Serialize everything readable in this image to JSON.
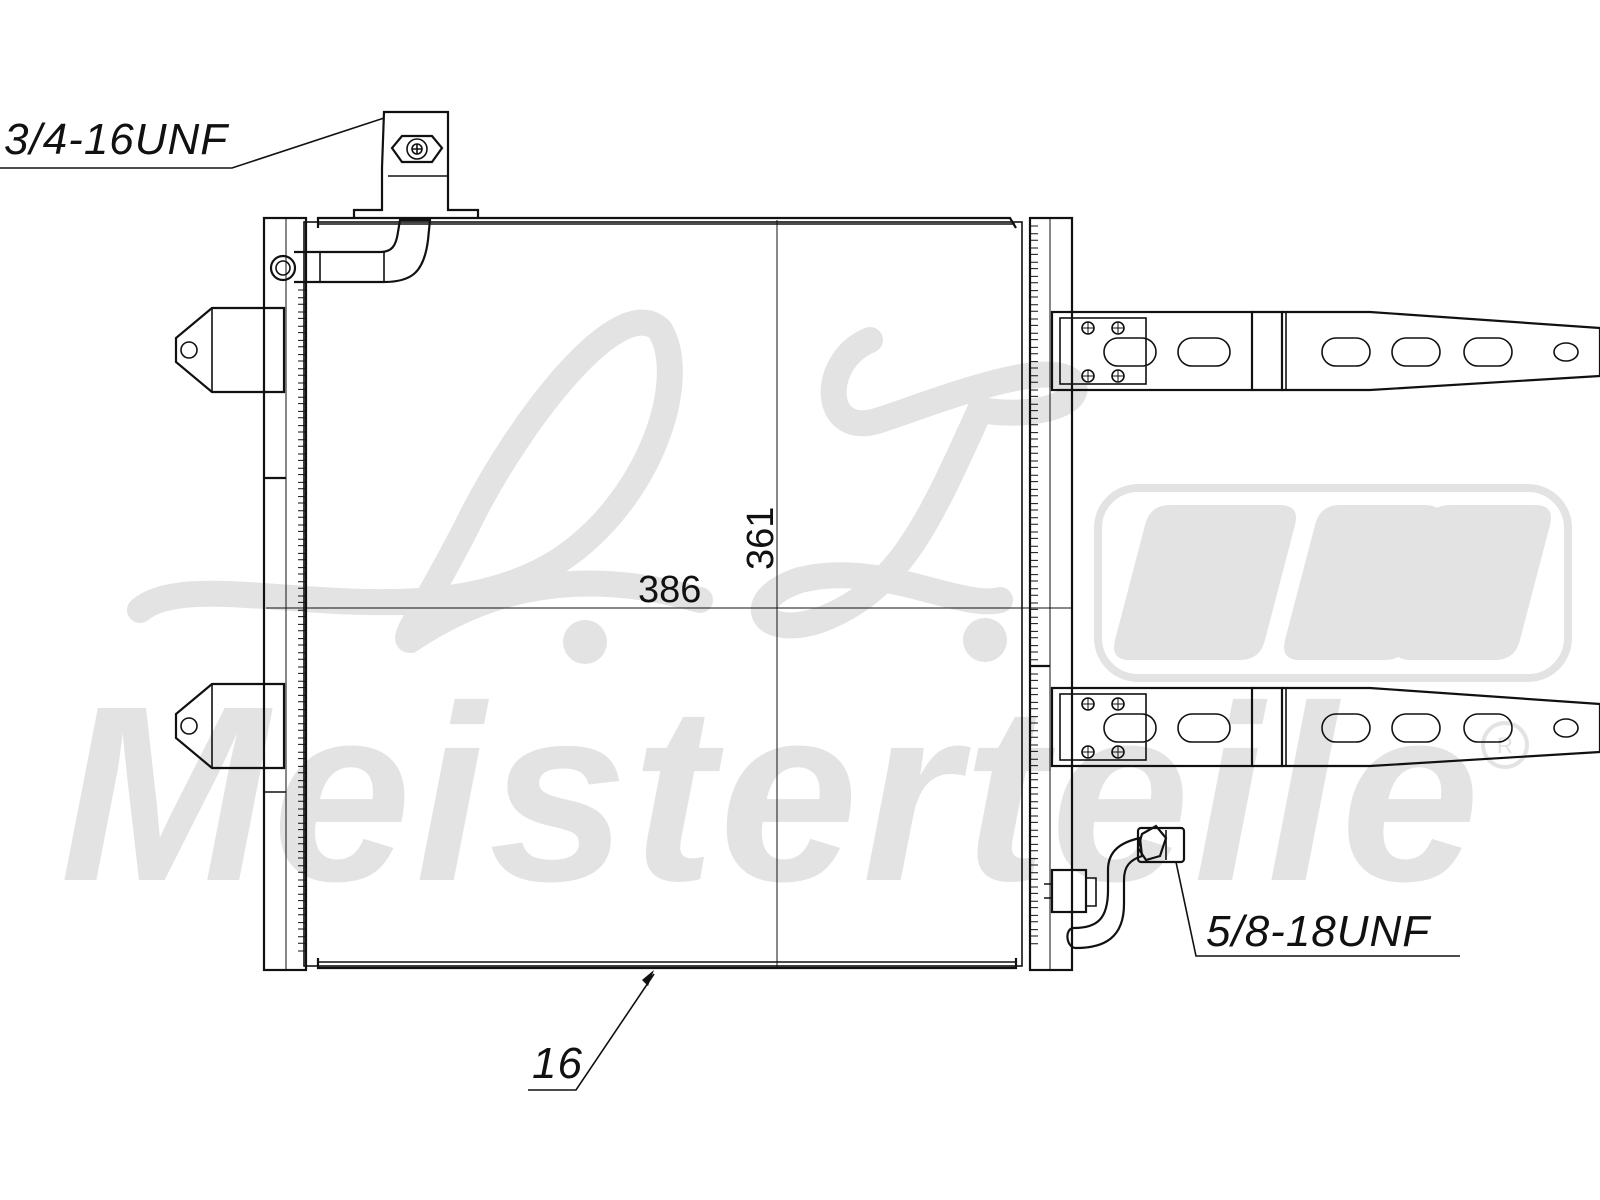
{
  "callouts": {
    "inlet_thread": "3/4-16UNF",
    "outlet_thread": "5/8-18UNF",
    "core_thickness": "16"
  },
  "dimensions": {
    "width": "386",
    "height": "361"
  },
  "watermark": {
    "brand_text": "Meisterteile",
    "registered_mark": "R",
    "color": "#e3e3e3"
  },
  "colors": {
    "line": "#111111",
    "background": "#ffffff"
  }
}
